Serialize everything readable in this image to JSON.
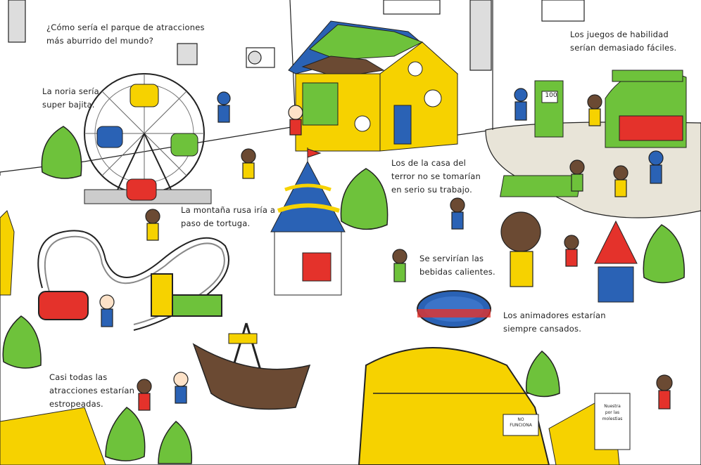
{
  "captions": {
    "boring_park": "¿Cómo sería el parque de atracciones\nmás aburrido del mundo?",
    "ferris_wheel": "La noria sería\nsuper bajita.",
    "roller_coaster": "La montaña rusa iría a\npaso de tortuga.",
    "haunted_house": "Los de la casa del\nterror no se tomarían\nen serio su trabajo.",
    "skill_games": "Los juegos de habilidad\nserían demasiado fáciles.",
    "drinks": "Se servirían las\nbebidas calientes.",
    "entertainers": "Los animadores estarían\nsiempre cansados.",
    "broken_rides": "Casi todas las\natracciones estarían\nestropeadas."
  },
  "signs": {
    "basketball_score": "100",
    "not_working": "NO\nFUNCIONA",
    "notice": "Nuestra\npor las\nmolestias"
  },
  "colors": {
    "yellow": "#f6d200",
    "blue": "#2a62b5",
    "green": "#6ec23b",
    "red": "#e4322b",
    "brown": "#6b4a33",
    "ground": "#e8e4d8"
  }
}
